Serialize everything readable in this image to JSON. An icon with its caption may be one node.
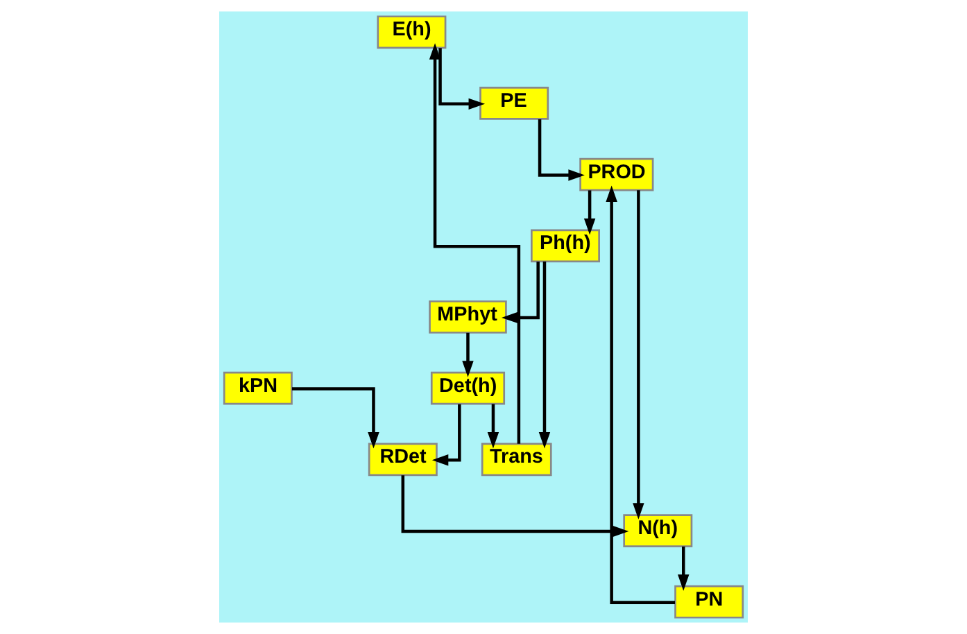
{
  "diagram": {
    "nodes": [
      {
        "text": [
          "E(h)"
        ]
      },
      {
        "text": [
          "N(h)"
        ]
      },
      {
        "text": [
          "RDet"
        ]
      },
      {
        "text": [
          "PE"
        ]
      },
      {
        "text": [
          "PN"
        ]
      },
      {
        "text": [
          "kPN"
        ]
      },
      {
        "text": [
          "Trans"
        ]
      },
      {
        "text": [
          "Det(h)"
        ]
      },
      {
        "text": [
          "PROD"
        ]
      },
      {
        "text": [
          "Ph(h)"
        ]
      },
      {
        "text": [
          "MPhyt"
        ]
      }
    ],
    "edges": [
      {
        "from": 0,
        "to": 3,
        "arrow": "to"
      },
      {
        "from": 2,
        "to": 1,
        "arrow": "to"
      },
      {
        "from": 5,
        "to": 2,
        "arrow": "to"
      },
      {
        "from": 1,
        "to": 4,
        "arrow": "to"
      },
      {
        "from": 6,
        "to": 0,
        "arrow": "to"
      },
      {
        "from": 3,
        "to": 8,
        "arrow": "to"
      },
      {
        "from": 4,
        "to": 8,
        "arrow": "to"
      },
      {
        "from": 8,
        "to": 1,
        "arrow": "to"
      },
      {
        "from": 8,
        "to": 9,
        "arrow": "to"
      },
      {
        "from": 9,
        "to": 6,
        "arrow": "to"
      },
      {
        "from": 9,
        "to": 10,
        "arrow": "to"
      },
      {
        "from": 10,
        "to": 7,
        "arrow": "to"
      },
      {
        "from": 7,
        "to": 2,
        "arrow": "to"
      },
      {
        "from": 7,
        "to": 6,
        "arrow": "to"
      }
    ]
  }
}
